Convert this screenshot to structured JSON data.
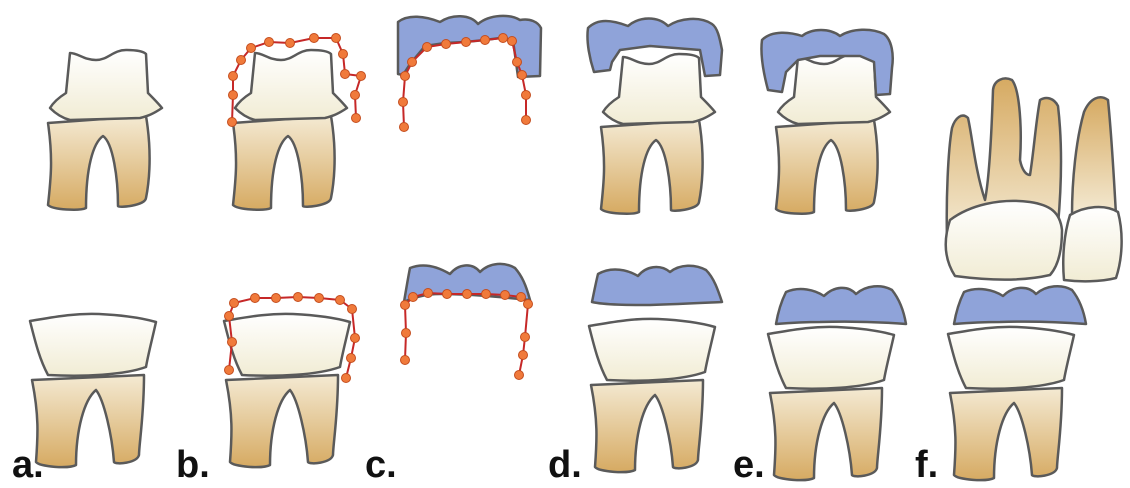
{
  "panel_labels": {
    "a": "a.",
    "b": "b.",
    "c": "c.",
    "d": "d.",
    "e": "e.",
    "f": "f."
  },
  "colors": {
    "root_light": "#f4ead3",
    "root_dark": "#d6aa62",
    "crown_light": "#ffffff",
    "crown_dark": "#f2edd6",
    "restoration_fill": "#8fa3d9",
    "outline": "#5a5a5a",
    "margin_point": "#f07a3b",
    "margin_line": "#c62828"
  }
}
